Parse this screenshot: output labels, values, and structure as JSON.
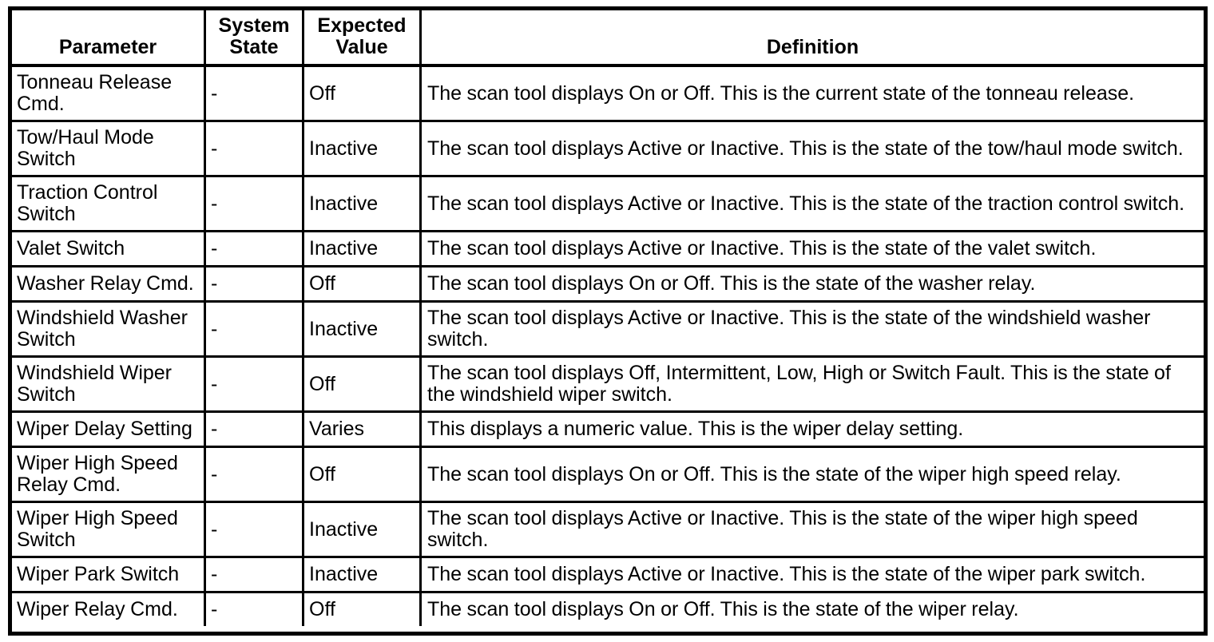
{
  "table": {
    "columns": [
      {
        "key": "parameter",
        "label": "Parameter"
      },
      {
        "key": "system_state",
        "label": "System State"
      },
      {
        "key": "expected_value",
        "label": "Expected Value"
      },
      {
        "key": "definition",
        "label": "Definition"
      }
    ],
    "rows": [
      {
        "parameter": "Tonneau Release Cmd.",
        "system_state": "-",
        "expected_value": "Off",
        "definition": "The scan tool displays On or Off. This is the current state of the tonneau release."
      },
      {
        "parameter": "Tow/Haul Mode Switch",
        "system_state": "-",
        "expected_value": "Inactive",
        "definition": "The scan tool displays Active or Inactive. This is the state of the tow/haul mode switch."
      },
      {
        "parameter": "Traction Control Switch",
        "system_state": "-",
        "expected_value": "Inactive",
        "definition": "The scan tool displays Active or Inactive. This is the state of the traction control switch."
      },
      {
        "parameter": "Valet Switch",
        "system_state": "-",
        "expected_value": "Inactive",
        "definition": "The scan tool displays Active or Inactive. This is the state of the valet switch."
      },
      {
        "parameter": "Washer Relay Cmd.",
        "system_state": "-",
        "expected_value": "Off",
        "definition": "The scan tool displays On or Off. This is the state of the washer relay."
      },
      {
        "parameter": "Windshield Washer Switch",
        "system_state": "-",
        "expected_value": "Inactive",
        "definition": "The scan tool displays Active or Inactive. This is the state of the windshield washer switch."
      },
      {
        "parameter": "Windshield Wiper Switch",
        "system_state": "-",
        "expected_value": "Off",
        "definition": "The scan tool displays Off, Intermittent, Low, High or Switch Fault. This is the state of the windshield wiper switch."
      },
      {
        "parameter": "Wiper Delay Setting",
        "system_state": "-",
        "expected_value": "Varies",
        "definition": "This displays a numeric value. This is the wiper delay setting."
      },
      {
        "parameter": "Wiper High Speed Relay Cmd.",
        "system_state": "-",
        "expected_value": "Off",
        "definition": "The scan tool displays On or Off. This is the state of the wiper high speed relay."
      },
      {
        "parameter": "Wiper High Speed Switch",
        "system_state": "-",
        "expected_value": "Inactive",
        "definition": "The scan tool displays Active or Inactive. This is the state of the wiper high speed switch."
      },
      {
        "parameter": "Wiper Park Switch",
        "system_state": "-",
        "expected_value": "Inactive",
        "definition": "The scan tool displays Active or Inactive. This is the state of the wiper park switch."
      },
      {
        "parameter": "Wiper Relay Cmd.",
        "system_state": "-",
        "expected_value": "Off",
        "definition": "The scan tool displays On or Off. This is the state of the wiper relay."
      }
    ]
  }
}
